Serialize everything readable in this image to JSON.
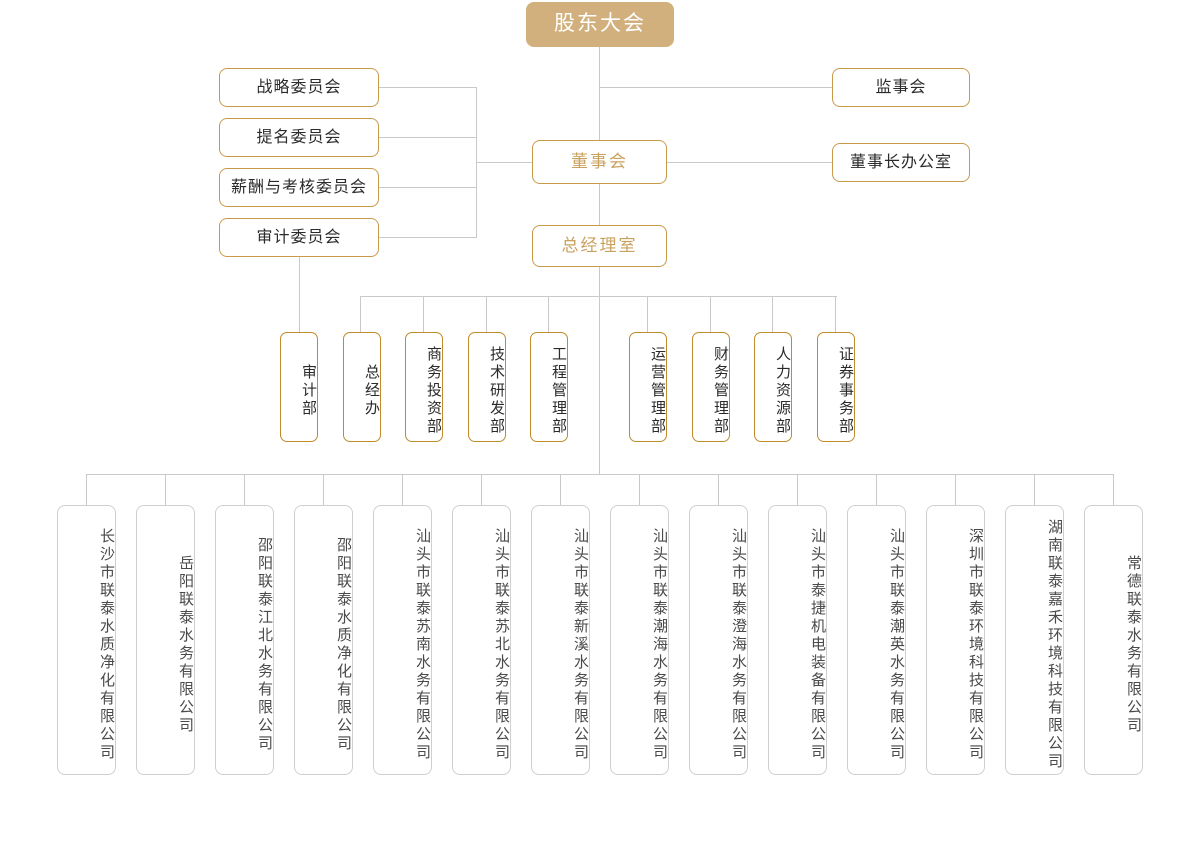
{
  "colors": {
    "accent_fill": "#d2b07d",
    "accent_border": "#c89a4a",
    "dept_border": "#c08b2a",
    "sub_border": "#cfcfcf",
    "line": "#c9c9c9",
    "text_dark": "#2b2b2b",
    "text_accent": "#c9a15e"
  },
  "top": {
    "shareholders_meeting": "股东大会"
  },
  "committees": [
    {
      "label": "战略委员会"
    },
    {
      "label": "提名委员会"
    },
    {
      "label": "薪酬与考核委员会"
    },
    {
      "label": "审计委员会"
    }
  ],
  "center": {
    "board_of_directors": "董事会",
    "general_manager_office": "总经理室"
  },
  "right": [
    {
      "label": "监事会"
    },
    {
      "label": "董事长办公室"
    }
  ],
  "departments": [
    {
      "label": "审计部"
    },
    {
      "label": "总经办"
    },
    {
      "label": "商务投资部"
    },
    {
      "label": "技术研发部"
    },
    {
      "label": "工程管理部"
    },
    {
      "label": "运营管理部"
    },
    {
      "label": "财务管理部"
    },
    {
      "label": "人力资源部"
    },
    {
      "label": "证券事务部"
    }
  ],
  "subsidiaries": [
    {
      "label": "长沙市联泰水质净化有限公司"
    },
    {
      "label": "岳阳联泰水务有限公司"
    },
    {
      "label": "邵阳联泰江北水务有限公司"
    },
    {
      "label": "邵阳联泰水质净化有限公司"
    },
    {
      "label": "汕头市联泰苏南水务有限公司"
    },
    {
      "label": "汕头市联泰苏北水务有限公司"
    },
    {
      "label": "汕头市联泰新溪水务有限公司"
    },
    {
      "label": "汕头市联泰潮海水务有限公司"
    },
    {
      "label": "汕头市联泰澄海水务有限公司"
    },
    {
      "label": "汕头市泰捷机电装备有限公司"
    },
    {
      "label": "汕头市联泰潮英水务有限公司"
    },
    {
      "label": "深圳市联泰环境科技有限公司"
    },
    {
      "label": "湖南联泰嘉禾环境科技有限公司"
    },
    {
      "label": "常德联泰水务有限公司"
    }
  ]
}
